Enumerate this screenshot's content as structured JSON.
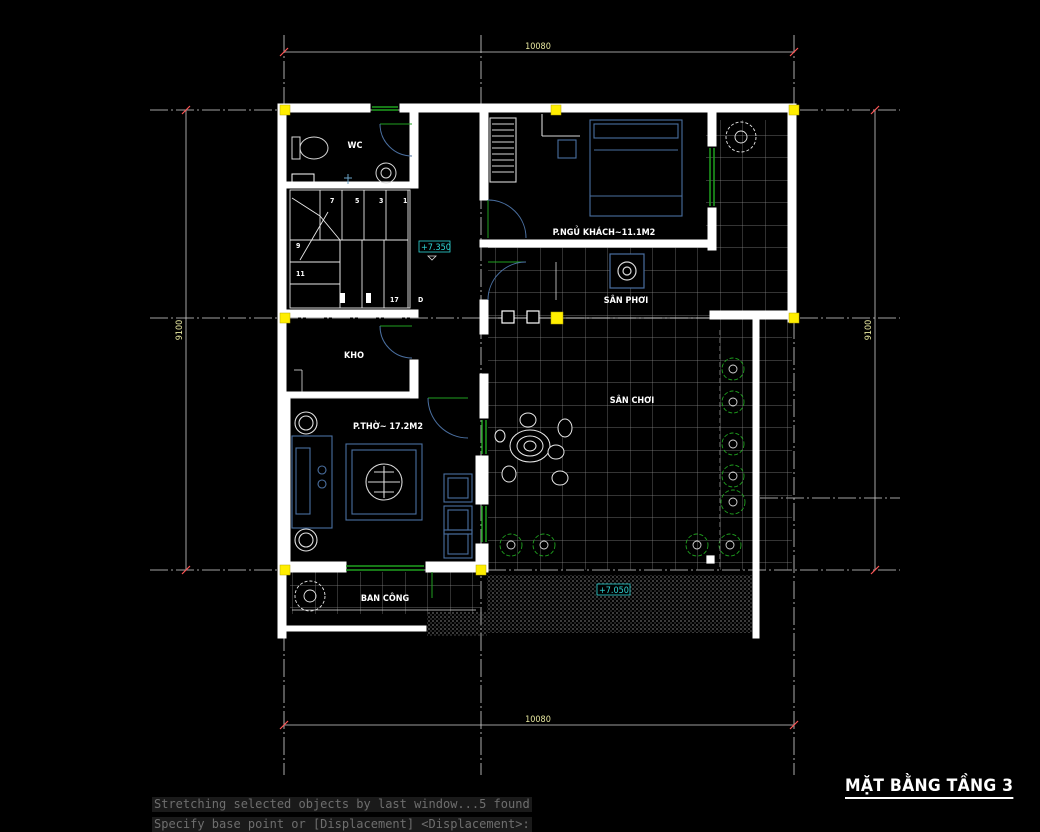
{
  "drawing": {
    "title": "MẶT BẰNG TẦNG 3",
    "dim_top": "10080",
    "dim_bottom": "10080",
    "dim_left": "9100",
    "dim_right": "9100",
    "rooms": {
      "wc": "WC",
      "guest_bedroom": "P.NGỦ KHÁCH~11.1M2",
      "laundry_yard": "SÂN PHƠI",
      "storage": "KHO",
      "worship_room": "P.THỜ~ 17.2M2",
      "play_yard": "SÂN CHƠI",
      "balcony": "BAN CÔNG"
    },
    "levels": {
      "stair_level": "+7.350",
      "balcony_level": "+7.050"
    },
    "stair_numbers": [
      "7",
      "5",
      "3",
      "1",
      "9",
      "11",
      "17",
      "D"
    ]
  },
  "command_line": {
    "line1": "Stretching selected objects by last window...5 found",
    "line2": "Specify base point or [Displacement] <Displacement>:"
  },
  "colors": {
    "background": "#000000",
    "wall": "#ffffff",
    "axis": "#d8d8d8",
    "grip": "#ffee00",
    "door": "#1fa01f",
    "furniture": "#4a6fa0",
    "tile": "#8a8a8a",
    "level_tag": "#2fd6d6",
    "dimension_text": "#e8e8a0"
  }
}
